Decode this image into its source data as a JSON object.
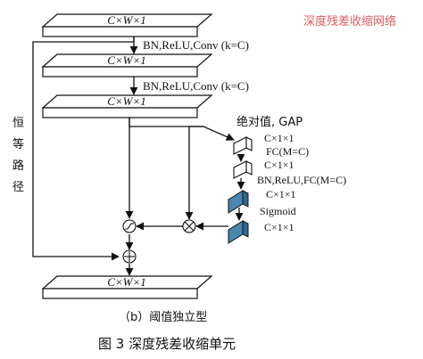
{
  "watermark": "深度残差收缩网络",
  "layers": {
    "top": "C×W×1",
    "second": "C×W×1",
    "third": "C×W×1",
    "output": "C×W×1"
  },
  "ops": {
    "first": "BN,ReLU,Conv (k=C)",
    "second": "BN,ReLU,Conv (k=C)"
  },
  "identity_path": [
    "恒",
    "等",
    "路",
    "径"
  ],
  "branch": {
    "abs_gap": "绝对值, GAP",
    "dim1": "C×1×1",
    "fc_m": "FC(M=C)",
    "dim2": "C×1×1",
    "bn_relu_fc": "BN,ReLU,FC(M=C)",
    "dim3": "C×1×1",
    "sigmoid": "Sigmoid",
    "dim4": "C×1×1"
  },
  "subcaption": "（b）阈值独立型",
  "figure_caption": "图 3    深度残差收缩单元",
  "colors": {
    "line": "#111111",
    "watermark": "#e05a5a",
    "blue_box": "#4a86ad",
    "blue_box_top": "#2f6a92"
  }
}
